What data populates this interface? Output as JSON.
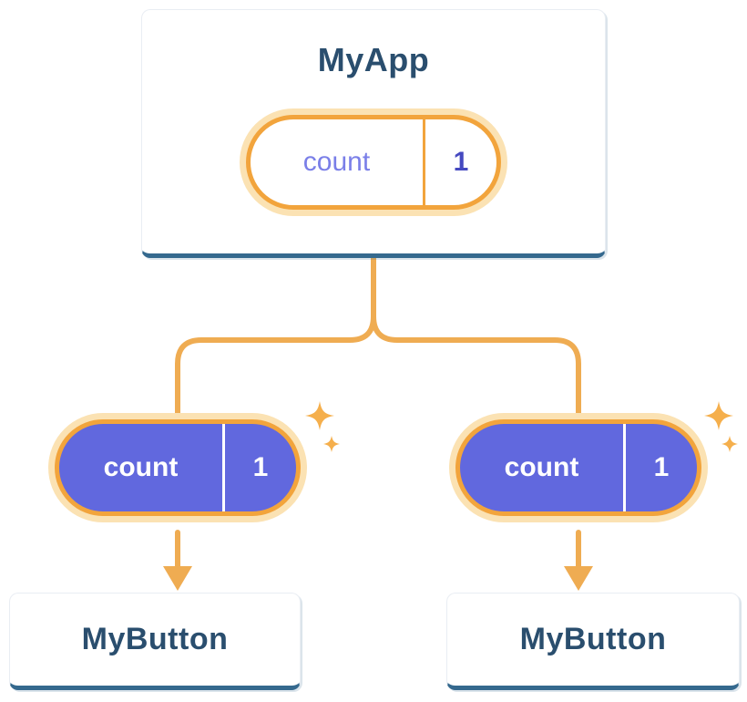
{
  "colors": {
    "accent_orange": "#f2a43c",
    "accent_orange_halo": "#fbe2b3",
    "connector_orange": "#efac52",
    "sparkle_orange": "#f5af4c",
    "pill_purple": "#6168de",
    "pill_key_text_purple": "#7a7fe8",
    "pill_value_text_purple": "#4549c0",
    "card_title_blue": "#2a4e6e",
    "card_edge_blue": "#35698e",
    "card_background": "#ffffff"
  },
  "icons": {
    "sparkle": "four-point-star",
    "arrow": "down-arrow"
  },
  "nodes": {
    "root": {
      "title": "MyApp",
      "state": {
        "name": "count",
        "value": "1"
      }
    },
    "children": [
      {
        "title": "MyButton",
        "prop": {
          "name": "count",
          "value": "1"
        }
      },
      {
        "title": "MyButton",
        "prop": {
          "name": "count",
          "value": "1"
        }
      }
    ]
  }
}
